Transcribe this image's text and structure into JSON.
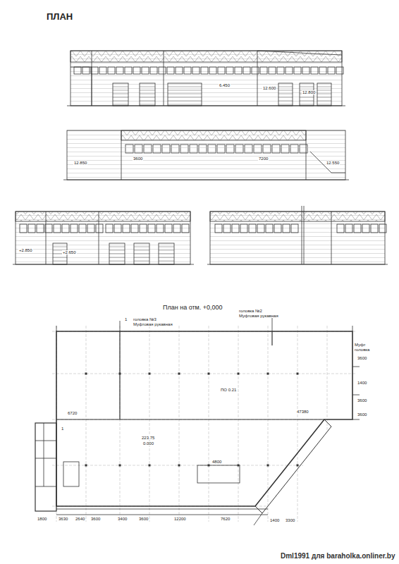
{
  "diagram": {
    "title": "ПЛАН",
    "labels": [
      "6.450",
      "12.600",
      "12.800",
      "12.850",
      "3600",
      "7200",
      "12.550",
      "+2.850",
      "+2.650",
      "План на отм. +0,000",
      "1",
      "головка №3",
      "Муфтовая рукавная",
      "головка №2",
      "Муфтовая рукавная",
      "Муфт",
      "головка",
      "6720",
      "1",
      "47380",
      "223.75",
      "0.000",
      "ПО 0.21",
      "3600",
      "1400",
      "3600",
      "3600",
      "1800",
      "3630",
      "2640",
      "3600",
      "3400",
      "3600",
      "12200",
      "7620",
      "1400",
      "3300",
      "4800",
      "Dml1991 для baraholka.onliner.by"
    ]
  }
}
